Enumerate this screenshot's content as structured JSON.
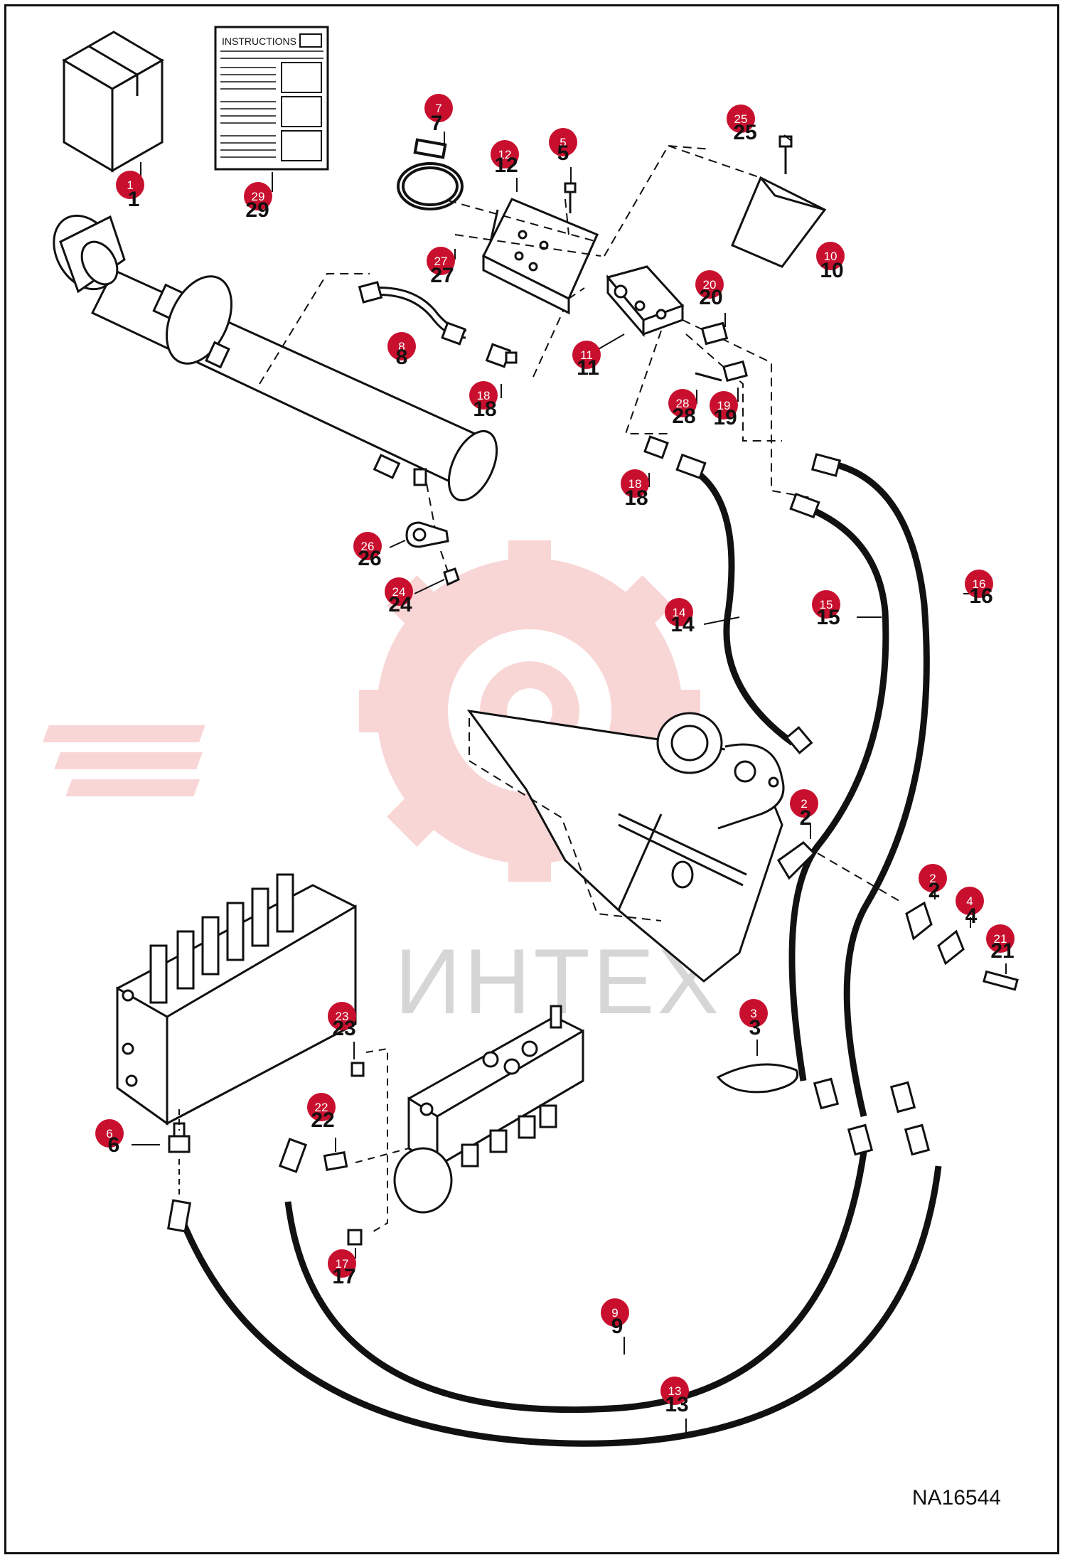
{
  "document": {
    "id": "NA16544",
    "instructions_label": "INSTRUCTIONS",
    "watermark": "ИНТЕХ"
  },
  "colors": {
    "badge": "#c8102e",
    "line": "#111111",
    "watermark": "#f6c9c9"
  },
  "callouts": [
    {
      "id": "c1",
      "number": "1",
      "label": "1"
    },
    {
      "id": "c29",
      "number": "29",
      "label": "29"
    },
    {
      "id": "c7",
      "number": "7",
      "label": "7"
    },
    {
      "id": "c12",
      "number": "12",
      "label": "12"
    },
    {
      "id": "c5",
      "number": "5",
      "label": "5"
    },
    {
      "id": "c25",
      "number": "25",
      "label": "25"
    },
    {
      "id": "c10",
      "number": "10",
      "label": "10"
    },
    {
      "id": "c27",
      "number": "27",
      "label": "27"
    },
    {
      "id": "c20",
      "number": "20",
      "label": "20"
    },
    {
      "id": "c8",
      "number": "8",
      "label": "8"
    },
    {
      "id": "c11",
      "number": "11",
      "label": "11"
    },
    {
      "id": "c18a",
      "number": "18",
      "label": "18"
    },
    {
      "id": "c28",
      "number": "28",
      "label": "28"
    },
    {
      "id": "c19",
      "number": "19",
      "label": "19"
    },
    {
      "id": "c18b",
      "number": "18",
      "label": "18"
    },
    {
      "id": "c26",
      "number": "26",
      "label": "26"
    },
    {
      "id": "c24",
      "number": "24",
      "label": "24"
    },
    {
      "id": "c14",
      "number": "14",
      "label": "14"
    },
    {
      "id": "c15",
      "number": "15",
      "label": "15"
    },
    {
      "id": "c16",
      "number": "16",
      "label": "16"
    },
    {
      "id": "c2a",
      "number": "2",
      "label": "2"
    },
    {
      "id": "c2b",
      "number": "2",
      "label": "2"
    },
    {
      "id": "c4",
      "number": "4",
      "label": "4"
    },
    {
      "id": "c21",
      "number": "21",
      "label": "21"
    },
    {
      "id": "c3",
      "number": "3",
      "label": "3"
    },
    {
      "id": "c23",
      "number": "23",
      "label": "23"
    },
    {
      "id": "c22",
      "number": "22",
      "label": "22"
    },
    {
      "id": "c6",
      "number": "6",
      "label": "6"
    },
    {
      "id": "c17",
      "number": "17",
      "label": "17"
    },
    {
      "id": "c9",
      "number": "9",
      "label": "9"
    },
    {
      "id": "c13",
      "number": "13",
      "label": "13"
    }
  ]
}
